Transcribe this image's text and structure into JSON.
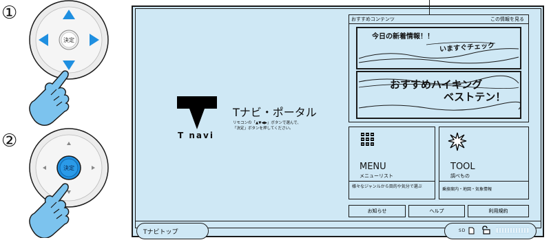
{
  "steps": {
    "step1": "①",
    "step2": "②",
    "enter_label": "決定"
  },
  "portal": {
    "title": "Tナビ・ポータル",
    "instruction_line1": "リモコンの「▲▼◀▶」ボタンで選んで、",
    "instruction_line2": "「決定」ボタンを押してください。",
    "logo_text": "T navi"
  },
  "featured": {
    "header": "おすすめコンテンツ",
    "view_info": "この情報を見る",
    "banner1_line1": "今日の新着情報！！",
    "banner1_line2": "いますぐチェック",
    "banner2_line1": "おすすめハイキング",
    "banner2_line2": "ベストテン！"
  },
  "menu_tile": {
    "title": "MENU",
    "subtitle": "メニューリスト",
    "desc": "様々なジャンルから目的や気分で選ぶ"
  },
  "tool_tile": {
    "title": "TOOL",
    "subtitle": "調べもの",
    "desc": "乗換案内・地図・気象情報"
  },
  "buttons": {
    "news": "お知らせ",
    "help": "ヘルプ",
    "terms": "利用規約"
  },
  "status": {
    "top_label": "Tナビトップ",
    "sd": "SD"
  },
  "colors": {
    "screen_bg": "#cfe8f5",
    "arrow_blue": "#1f8fe0",
    "enter_blue": "#1f8fe0",
    "hand_blue": "#7cc3ee"
  }
}
